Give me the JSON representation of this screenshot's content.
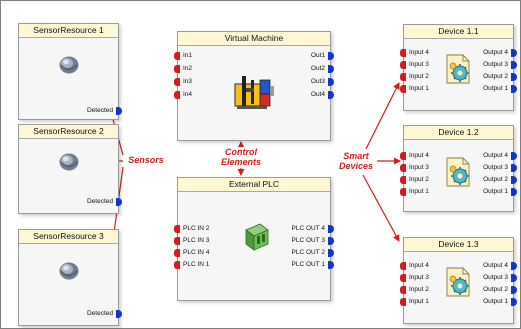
{
  "sensors": [
    {
      "title": "SensorResource 1",
      "output": "Detected"
    },
    {
      "title": "SensorResource 2",
      "output": "Detected"
    },
    {
      "title": "SensorResource 3",
      "output": "Detected"
    }
  ],
  "virtual_machine": {
    "title": "Virtual Machine",
    "inputs": [
      "In1",
      "In2",
      "In3",
      "In4"
    ],
    "outputs": [
      "Out1",
      "Out2",
      "Out3",
      "Out4"
    ]
  },
  "plc": {
    "title": "External PLC",
    "inputs": [
      "PLC IN 2",
      "PLC IN 3",
      "PLC IN 4",
      "PLC IN 1"
    ],
    "outputs": [
      "PLC OUT 4",
      "PLC OUT 3",
      "PLC OUT 2",
      "PLC OUT 1"
    ]
  },
  "devices": [
    {
      "title": "Device 1.1",
      "inputs": [
        "Input 4",
        "Input 3",
        "Input 2",
        "Input 1"
      ],
      "outputs": [
        "Output 4",
        "Output 3",
        "Output 2",
        "Output 1"
      ]
    },
    {
      "title": "Device 1.2",
      "inputs": [
        "Input 4",
        "Input 3",
        "Input 2",
        "Input 1"
      ],
      "outputs": [
        "Output 4",
        "Output 3",
        "Output 2",
        "Output 1"
      ]
    },
    {
      "title": "Device 1.3",
      "inputs": [
        "Input 4",
        "Input 3",
        "Input 2",
        "Input 1"
      ],
      "outputs": [
        "Output 4",
        "Output 3",
        "Output 2",
        "Output 1"
      ]
    }
  ],
  "callouts": {
    "sensors": "Sensors",
    "control_line1": "Control",
    "control_line2": "Elements",
    "devices_line1": "Smart",
    "devices_line2": "Devices"
  },
  "colors": {
    "input_port": "#d71920",
    "output_port": "#1336c9",
    "title_bar": "#fdf8d2",
    "callout": "#d41c1c"
  }
}
